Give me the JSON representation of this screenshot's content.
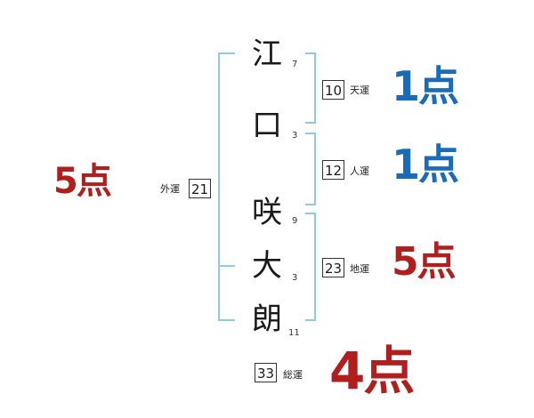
{
  "name": {
    "characters": [
      {
        "char": "江",
        "strokes": "7"
      },
      {
        "char": "口",
        "strokes": "3"
      },
      {
        "char": "咲",
        "strokes": "9"
      },
      {
        "char": "大",
        "strokes": "3"
      },
      {
        "char": "朗",
        "strokes": "11"
      }
    ]
  },
  "fortunes": {
    "ten": {
      "value": "10",
      "label": "天運",
      "score": "1点",
      "color": "#1a6bb8"
    },
    "jin": {
      "value": "12",
      "label": "人運",
      "score": "1点",
      "color": "#1a6bb8"
    },
    "chi": {
      "value": "23",
      "label": "地運",
      "score": "5点",
      "color": "#b01e1e"
    },
    "gai": {
      "value": "21",
      "label": "外運",
      "score": "5点",
      "color": "#b01e1e"
    },
    "so": {
      "value": "33",
      "label": "総運",
      "score": "4点",
      "color": "#b01e1e"
    }
  },
  "colors": {
    "bracket": "#8ec9ea",
    "blue_score": "#1a6bb8",
    "red_score": "#b01e1e"
  }
}
